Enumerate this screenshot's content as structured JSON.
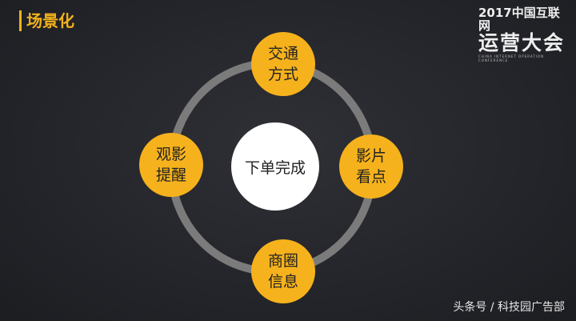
{
  "title": "场景化",
  "logo": {
    "line1": "2017中国互联网",
    "line2": "运营大会",
    "line3": "CHINA INTERNET OPERATION CONFERENCE"
  },
  "center": "下单完成",
  "nodes": [
    {
      "line1": "交通",
      "line2": "方式"
    },
    {
      "line1": "影片",
      "line2": "看点"
    },
    {
      "line1": "商圈",
      "line2": "信息"
    },
    {
      "line1": "观影",
      "line2": "提醒"
    }
  ],
  "footer": "头条号 / 科技园广告部",
  "colors": {
    "accent": "#f6b21c",
    "ring": "#7b7b7b",
    "background": "#26272c"
  }
}
